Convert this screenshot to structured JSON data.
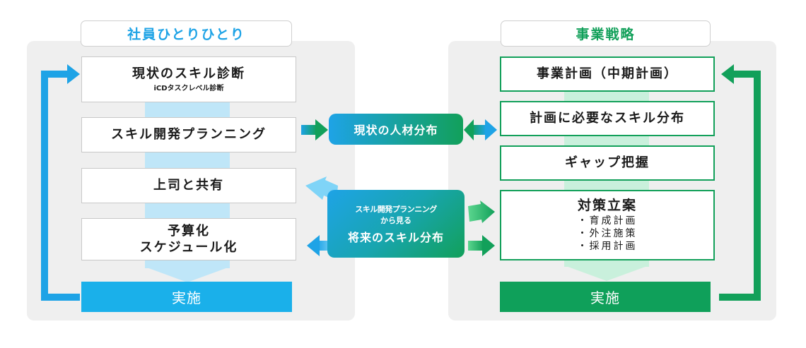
{
  "left": {
    "title": "社員ひとりひとり",
    "boxes": [
      {
        "title": "現状のスキル診断",
        "sub": "iCDタスクレベル診断"
      },
      {
        "title": "スキル開発プランニング"
      },
      {
        "title": "上司と共有"
      },
      {
        "title_line1": "予算化",
        "title_line2": "スケジュール化"
      }
    ],
    "exec_label": "実施"
  },
  "right": {
    "title": "事業戦略",
    "boxes": [
      {
        "title": "事業計画（中期計画）"
      },
      {
        "title": "計画に必要なスキル分布"
      },
      {
        "title": "ギャップ把握"
      },
      {
        "title": "対策立案",
        "items": [
          "・育成計画",
          "・外注施策",
          "・採用計画"
        ]
      }
    ],
    "exec_label": "実施"
  },
  "center": {
    "top_pill": "現状の人材分布",
    "bottom_pill_line1": "スキル開発プランニング",
    "bottom_pill_line2": "から見る",
    "bottom_pill_line3": "将来のスキル分布"
  },
  "colors": {
    "blue": "#1ea3e6",
    "green": "#12a05a",
    "panel": "#efefef"
  }
}
